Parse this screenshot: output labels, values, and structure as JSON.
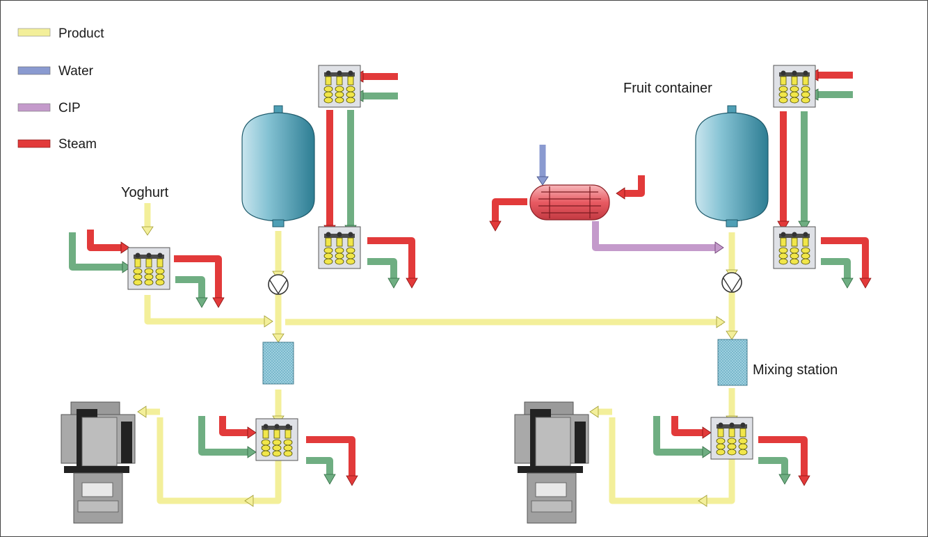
{
  "legend": [
    {
      "label": "Product",
      "color": "#f3ef9a"
    },
    {
      "label": "Water",
      "color": "#8a9ad0"
    },
    {
      "label": "CIP",
      "color": "#c49acb"
    },
    {
      "label": "Steam",
      "color": "#e23a3a"
    }
  ],
  "labels": {
    "yoghurt": "Yoghurt",
    "fruit_container": "Fruit container",
    "mixing_station": "Mixing station"
  },
  "colors": {
    "product": "#f3ef9a",
    "water": "#8a9ad0",
    "cip": "#c49acb",
    "steam": "#e23a3a",
    "condensate": "#6fae82",
    "tank": "#4f9fb5",
    "heat_exchanger": "#ea6a70",
    "machine": "#9a9a9a"
  }
}
